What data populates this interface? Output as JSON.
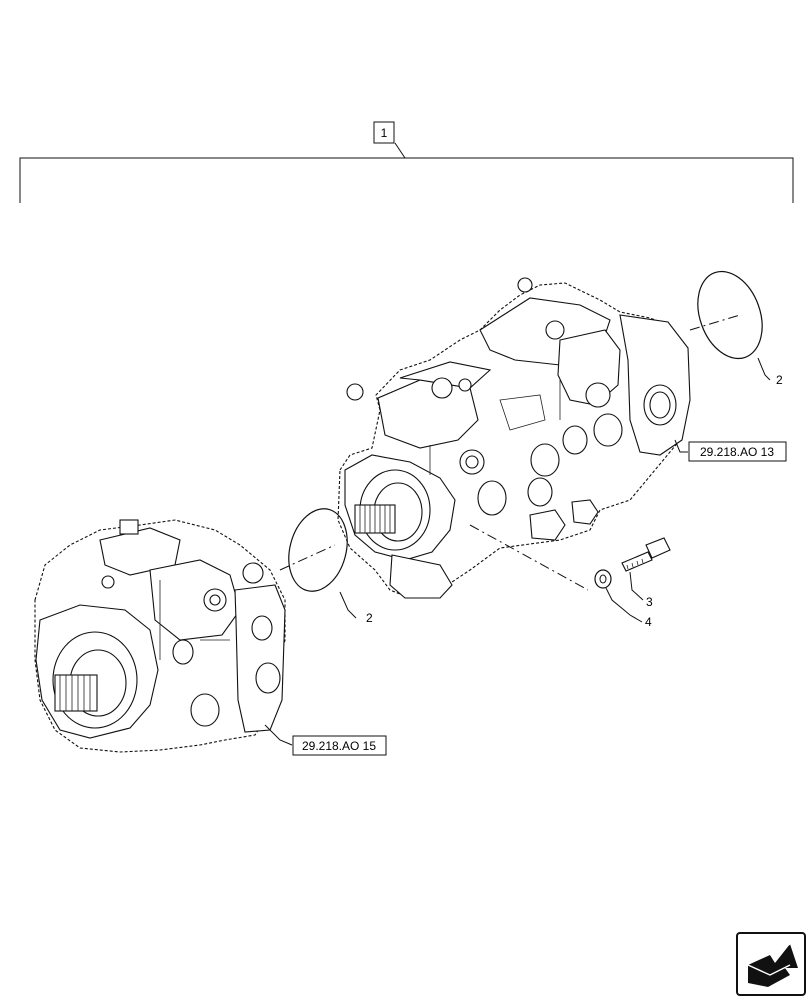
{
  "callouts": {
    "assembly": "1",
    "o_ring_right": "2",
    "o_ring_left": "2",
    "bolt": "3",
    "washer": "4"
  },
  "references": {
    "upper_pump": "29.218.AO 13",
    "lower_pump": "29.218.AO 15"
  },
  "icons": {
    "navigation": "next-page-arrow-icon"
  }
}
